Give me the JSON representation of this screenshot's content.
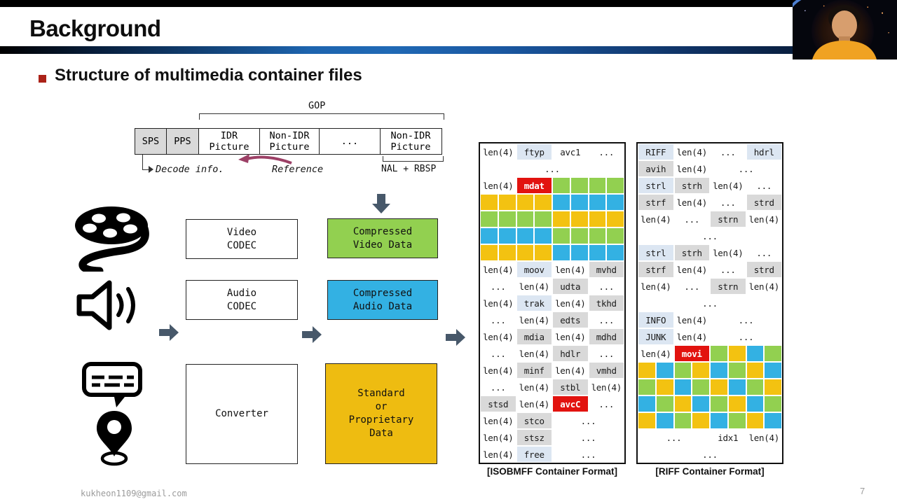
{
  "header": {
    "title": "Background",
    "subtitle": "Structure of multimedia container files"
  },
  "gop": {
    "label": "GOP",
    "cells": [
      "SPS",
      "PPS",
      "IDR\nPicture",
      "Non-IDR\nPicture",
      "...",
      "Non-IDR\nPicture"
    ],
    "decode_info": "Decode info.",
    "reference": "Reference",
    "nal_rbsp": "NAL + RBSP"
  },
  "flow": {
    "video_codec": "Video\nCODEC",
    "audio_codec": "Audio\nCODEC",
    "converter": "Converter",
    "compressed_video": "Compressed\nVideo Data",
    "compressed_audio": "Compressed\nAudio Data",
    "standard_data": "Standard\nor\nProprietary\nData",
    "icons": [
      "film-reel-icon",
      "speaker-icon",
      "subtitle-chat-icon",
      "location-pin-icon"
    ]
  },
  "colors": {
    "green": "#92d050",
    "blue": "#33b1e3",
    "yellow": "#f3c211",
    "red": "#e2130f",
    "gray": "#d9d9d9",
    "lightblue": "#dce6f2",
    "arrow": "#47586a",
    "reference_arrow": "#9c4066"
  },
  "tables": {
    "isobmff": {
      "caption": "[ISOBMFF Container Format]",
      "rows": [
        [
          [
            "len(4)",
            2,
            "w"
          ],
          [
            "ftyp",
            2,
            "hb"
          ],
          [
            "avc1",
            2,
            "w"
          ],
          [
            "...",
            2,
            "w"
          ]
        ],
        [
          [
            "...",
            8,
            "w"
          ]
        ],
        [
          [
            "len(4)",
            2,
            "w"
          ],
          [
            "mdat",
            2,
            "rd"
          ],
          [
            "",
            1,
            "g"
          ],
          [
            "",
            1,
            "g"
          ],
          [
            "",
            1,
            "g"
          ],
          [
            "",
            1,
            "g"
          ]
        ],
        {
          "pat": "yyyybbbb"
        },
        {
          "pat": "ggggyyyy"
        },
        {
          "pat": "bbbbgggg"
        },
        {
          "pat": "yyyybbbb"
        },
        [
          [
            "len(4)",
            2,
            "w"
          ],
          [
            "moov",
            2,
            "hb"
          ],
          [
            "len(4)",
            2,
            "w"
          ],
          [
            "mvhd",
            2,
            "gy"
          ]
        ],
        [
          [
            "...",
            2,
            "w"
          ],
          [
            "len(4)",
            2,
            "w"
          ],
          [
            "udta",
            2,
            "gy"
          ],
          [
            "...",
            2,
            "w"
          ]
        ],
        [
          [
            "len(4)",
            2,
            "w"
          ],
          [
            "trak",
            2,
            "hb"
          ],
          [
            "len(4)",
            2,
            "w"
          ],
          [
            "tkhd",
            2,
            "gy"
          ]
        ],
        [
          [
            "...",
            2,
            "w"
          ],
          [
            "len(4)",
            2,
            "w"
          ],
          [
            "edts",
            2,
            "gy"
          ],
          [
            "...",
            2,
            "w"
          ]
        ],
        [
          [
            "len(4)",
            2,
            "w"
          ],
          [
            "mdia",
            2,
            "gy"
          ],
          [
            "len(4)",
            2,
            "w"
          ],
          [
            "mdhd",
            2,
            "gy"
          ]
        ],
        [
          [
            "...",
            2,
            "w"
          ],
          [
            "len(4)",
            2,
            "w"
          ],
          [
            "hdlr",
            2,
            "gy"
          ],
          [
            "...",
            2,
            "w"
          ]
        ],
        [
          [
            "len(4)",
            2,
            "w"
          ],
          [
            "minf",
            2,
            "gy"
          ],
          [
            "len(4)",
            2,
            "w"
          ],
          [
            "vmhd",
            2,
            "gy"
          ]
        ],
        [
          [
            "...",
            2,
            "w"
          ],
          [
            "len(4)",
            2,
            "w"
          ],
          [
            "stbl",
            2,
            "gy"
          ],
          [
            "len(4)",
            2,
            "w"
          ]
        ],
        [
          [
            "stsd",
            2,
            "gy"
          ],
          [
            "len(4)",
            2,
            "w"
          ],
          [
            "avcC",
            2,
            "rd"
          ],
          [
            "...",
            2,
            "w"
          ]
        ],
        [
          [
            "len(4)",
            2,
            "w"
          ],
          [
            "stco",
            2,
            "gy"
          ],
          [
            "...",
            4,
            "w"
          ]
        ],
        [
          [
            "len(4)",
            2,
            "w"
          ],
          [
            "stsz",
            2,
            "gy"
          ],
          [
            "...",
            4,
            "w"
          ]
        ],
        [
          [
            "len(4)",
            2,
            "w"
          ],
          [
            "free",
            2,
            "hb"
          ],
          [
            "...",
            4,
            "w"
          ]
        ]
      ]
    },
    "riff": {
      "caption": "[RIFF Container Format]",
      "rows": [
        [
          [
            "RIFF",
            2,
            "hb"
          ],
          [
            "len(4)",
            2,
            "w"
          ],
          [
            "...",
            2,
            "w"
          ],
          [
            "hdrl",
            2,
            "hb"
          ]
        ],
        [
          [
            "avih",
            2,
            "gy"
          ],
          [
            "len(4)",
            2,
            "w"
          ],
          [
            "...",
            4,
            "w"
          ]
        ],
        [
          [
            "strl",
            2,
            "hb"
          ],
          [
            "strh",
            2,
            "gy"
          ],
          [
            "len(4)",
            2,
            "w"
          ],
          [
            "...",
            2,
            "w"
          ]
        ],
        [
          [
            "strf",
            2,
            "gy"
          ],
          [
            "len(4)",
            2,
            "w"
          ],
          [
            "...",
            2,
            "w"
          ],
          [
            "strd",
            2,
            "gy"
          ]
        ],
        [
          [
            "len(4)",
            2,
            "w"
          ],
          [
            "...",
            2,
            "w"
          ],
          [
            "strn",
            2,
            "gy"
          ],
          [
            "len(4)",
            2,
            "w"
          ]
        ],
        [
          [
            "...",
            8,
            "w"
          ]
        ],
        [
          [
            "strl",
            2,
            "hb"
          ],
          [
            "strh",
            2,
            "gy"
          ],
          [
            "len(4)",
            2,
            "w"
          ],
          [
            "...",
            2,
            "w"
          ]
        ],
        [
          [
            "strf",
            2,
            "gy"
          ],
          [
            "len(4)",
            2,
            "w"
          ],
          [
            "...",
            2,
            "w"
          ],
          [
            "strd",
            2,
            "gy"
          ]
        ],
        [
          [
            "len(4)",
            2,
            "w"
          ],
          [
            "...",
            2,
            "w"
          ],
          [
            "strn",
            2,
            "gy"
          ],
          [
            "len(4)",
            2,
            "w"
          ]
        ],
        [
          [
            "...",
            8,
            "w"
          ]
        ],
        [
          [
            "INFO",
            2,
            "hb"
          ],
          [
            "len(4)",
            2,
            "w"
          ],
          [
            "...",
            4,
            "w"
          ]
        ],
        [
          [
            "JUNK",
            2,
            "hb"
          ],
          [
            "len(4)",
            2,
            "w"
          ],
          [
            "...",
            4,
            "w"
          ]
        ],
        [
          [
            "len(4)",
            2,
            "w"
          ],
          [
            "movi",
            2,
            "rd"
          ],
          [
            "",
            1,
            "g"
          ],
          [
            "",
            1,
            "y"
          ],
          [
            "",
            1,
            "b"
          ],
          [
            "",
            1,
            "g"
          ]
        ],
        {
          "pat": "ybgybgyb"
        },
        {
          "pat": "gybgybgy"
        },
        {
          "pat": "bgybgybg"
        },
        {
          "pat": "ybgybgyb"
        },
        [
          [
            "...",
            4,
            "w"
          ],
          [
            "idx1",
            2,
            "w"
          ],
          [
            "len(4)",
            2,
            "w"
          ]
        ],
        [
          [
            "...",
            8,
            "w"
          ]
        ]
      ]
    }
  },
  "footer": {
    "email": "kukheon1109@gmail.com",
    "page": "7"
  }
}
